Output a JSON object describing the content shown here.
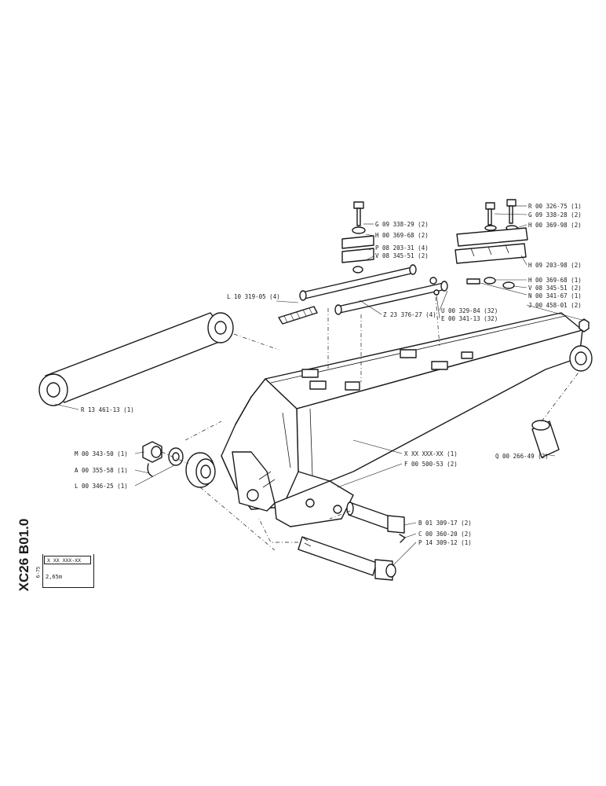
{
  "title_block": {
    "model_code": "XC26 B01.0",
    "date_code": "6-75",
    "reference": "X XX XXX-XX",
    "boom_length": "2,65m"
  },
  "parts": [
    {
      "id": "g09338-29",
      "label": "G 09 338-29 (2)"
    },
    {
      "id": "h00369-68",
      "label": "H 00 369-68 (2)"
    },
    {
      "id": "p08203-31",
      "label": "P 08 203-31 (4)"
    },
    {
      "id": "v08345-51",
      "label": "V 08 345-51 (2)"
    },
    {
      "id": "l10319-05",
      "label": "L 10 319-05 (4)"
    },
    {
      "id": "z23376-27",
      "label": "Z 23 376-27 (4)"
    },
    {
      "id": "r00326-75",
      "label": "R 00 326-75 (1)"
    },
    {
      "id": "g09338-28",
      "label": "G 09 338-28 (2)"
    },
    {
      "id": "h00369-98",
      "label": "H 00 369-98 (2)"
    },
    {
      "id": "h09203-98",
      "label": "H 09 203-98 (2)"
    },
    {
      "id": "h00369-68-b",
      "label": "H 00 369-68 (1)"
    },
    {
      "id": "v08345-51-b",
      "label": "V 08 345-51 (2)"
    },
    {
      "id": "n00341-67",
      "label": "N 00 341-67 (1)"
    },
    {
      "id": "u00329-84",
      "label": "U 00 329-84 (32)"
    },
    {
      "id": "e00341-13",
      "label": "E 00 341-13 (32)"
    },
    {
      "id": "j00458-01",
      "label": "J 00 458-01 (2)"
    },
    {
      "id": "r13461-13",
      "label": "R 13 461-13 (1)"
    },
    {
      "id": "m00343-50",
      "label": "M 00 343-50 (1)"
    },
    {
      "id": "a00355-58",
      "label": "A 00 355-58 (1)"
    },
    {
      "id": "l00346-25",
      "label": "L 00 346-25 (1)"
    },
    {
      "id": "xxxxxx-xx",
      "label": "X XX XXX-XX (1)"
    },
    {
      "id": "f00500-53",
      "label": "F 00 500-53 (2)"
    },
    {
      "id": "q00266-49",
      "label": "Q 00 266-49 (2)"
    },
    {
      "id": "b01309-17",
      "label": "B 01 309-17 (2)"
    },
    {
      "id": "c00360-20",
      "label": "C 00 360-20 (2)"
    },
    {
      "id": "p14309-12",
      "label": "P 14 309-12 (1)"
    }
  ]
}
